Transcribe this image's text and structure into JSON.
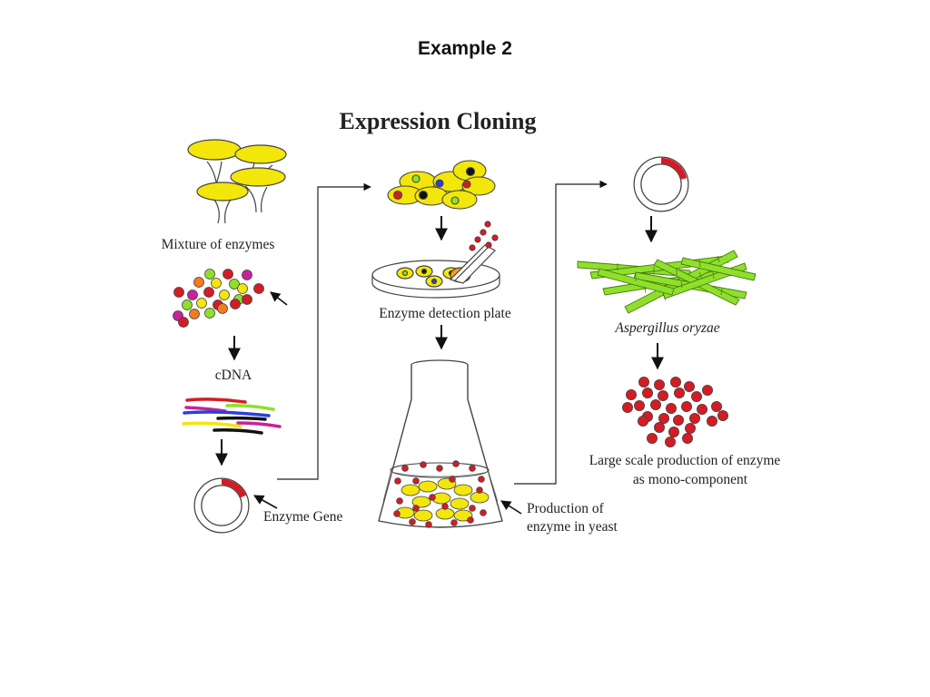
{
  "slide": {
    "title": "Example 2"
  },
  "diagram": {
    "title": "Expression Cloning",
    "labels": {
      "mixture": "Mixture of enzymes",
      "cdna": "cDNA",
      "enzyme_gene": "Enzyme Gene",
      "detection_plate": "Enzyme detection plate",
      "production_line1": "Production of",
      "production_line2": "enzyme in yeast",
      "organism": "Aspergillus oryzae",
      "large_scale_line1": "Large scale production of enzyme",
      "large_scale_line2": "as mono-component"
    },
    "colors": {
      "yellow": "#f2e60a",
      "red": "#d41c24",
      "green": "#8ee02a",
      "magenta": "#c8219c",
      "orange": "#f47b20",
      "blue": "#2b3fd9",
      "black": "#111111"
    }
  }
}
